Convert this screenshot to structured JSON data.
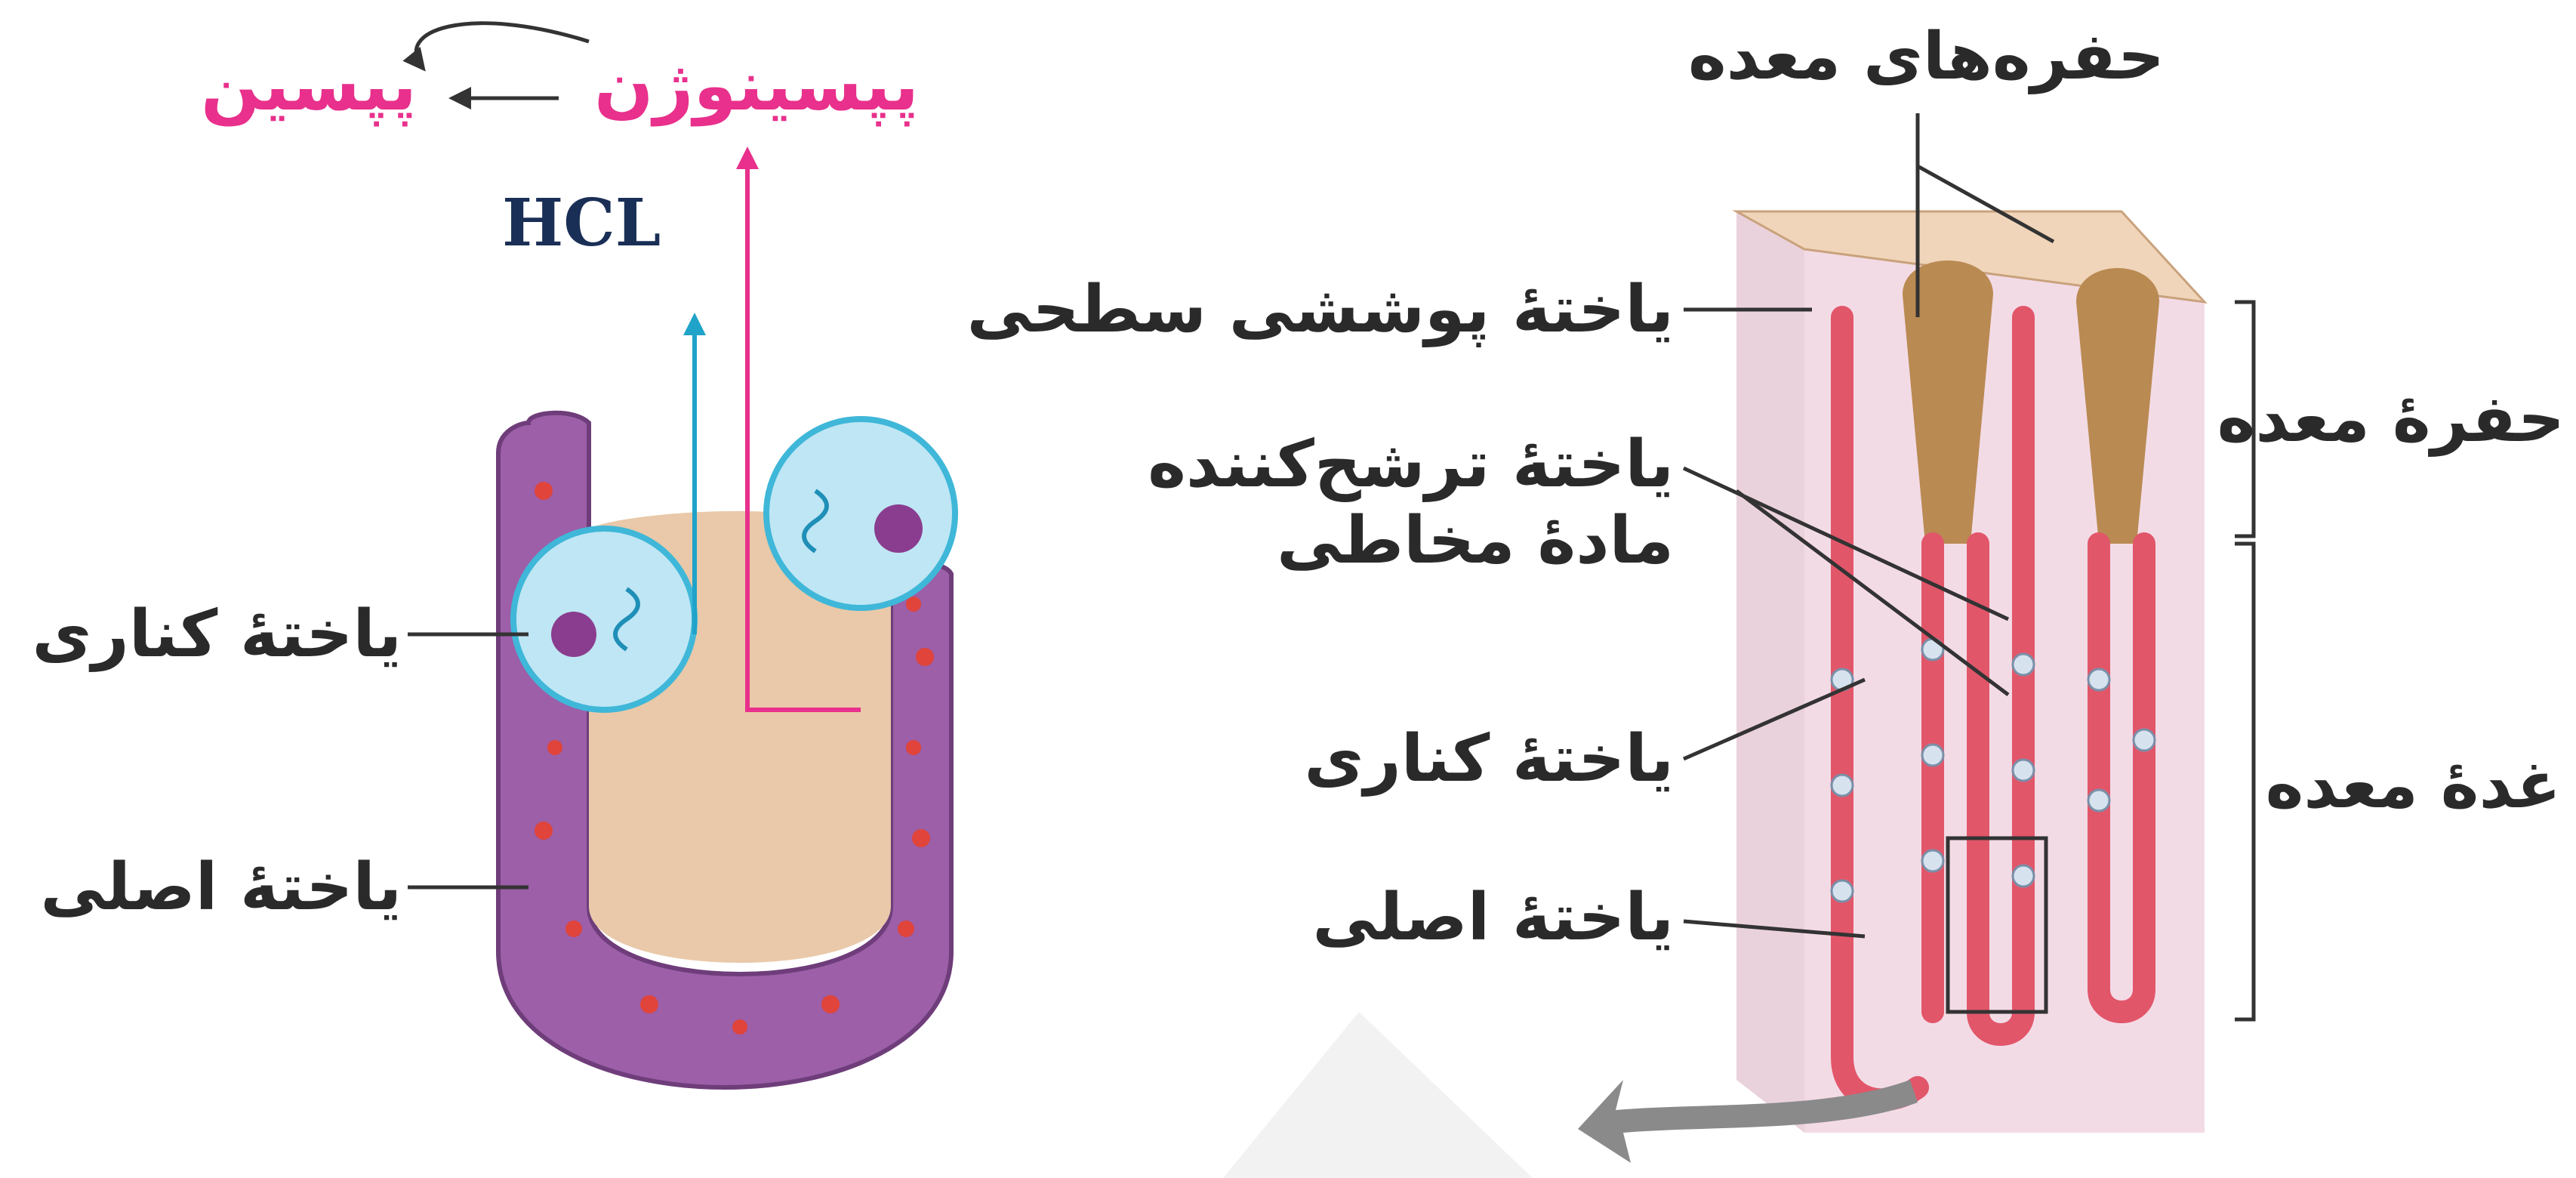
{
  "colors": {
    "pink_label": "#e8308c",
    "hcl_label": "#1a2f56",
    "leader_line": "#333333",
    "cyan_arrow": "#1fa3c9",
    "gland_outer": "#9c5fa8",
    "gland_inner": "#e9c9a9",
    "parietal_cell": "#bfe6f4",
    "tissue_pink": "#f3dbe6",
    "pit_fill": "#b98a52",
    "gray_arrow": "#8a8a8a"
  },
  "left_panel": {
    "pepsinogen": "پپسینوژن",
    "pepsin": "پپسین",
    "hcl": "HCL",
    "parietal_cell": "یاختهٔ کناری",
    "chief_cell": "یاختهٔ اصلی"
  },
  "right_panel": {
    "gastric_pits": "حفره‌های معده",
    "surface_epithelial_cell": "یاختهٔ پوششی سطحی",
    "mucus_cell_line1": "یاختهٔ ترشح‌کننده",
    "mucus_cell_line2": "مادهٔ مخاطی",
    "parietal_cell": "یاختهٔ کناری",
    "chief_cell": "یاختهٔ اصلی",
    "gastric_pit": "حفرهٔ معده",
    "gastric_gland": "غدهٔ معده"
  }
}
